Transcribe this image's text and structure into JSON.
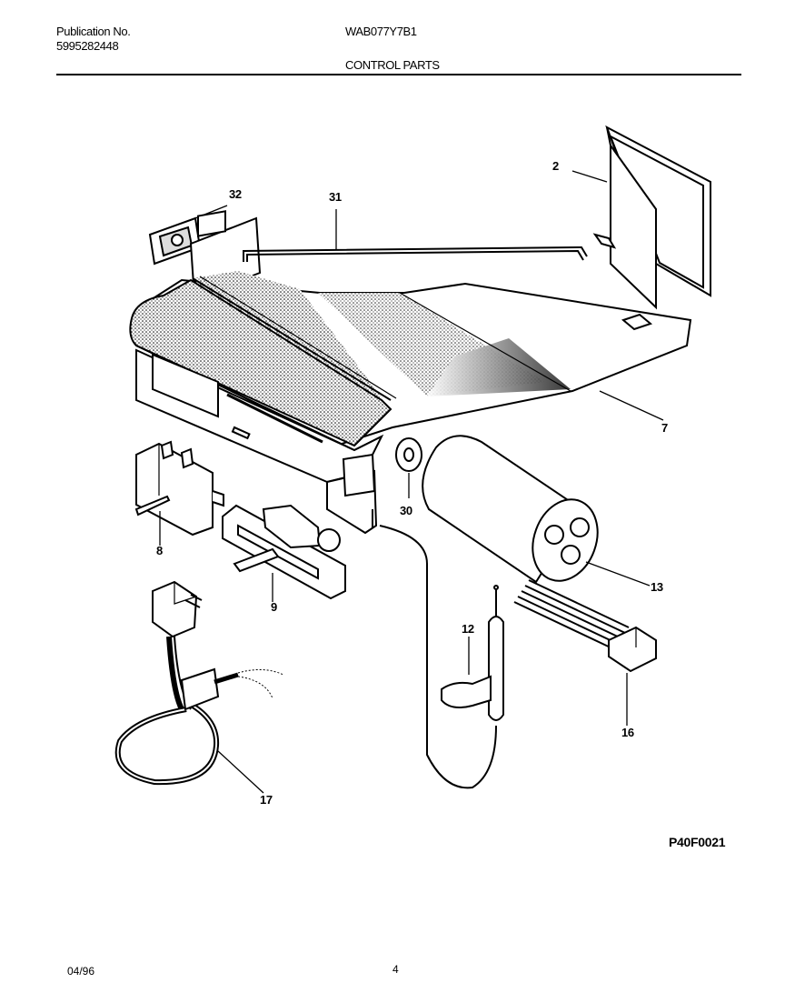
{
  "header": {
    "publication_label": "Publication No.",
    "publication_number": "5995282448",
    "model": "WAB077Y7B1",
    "section_title": "CONTROL PARTS"
  },
  "callouts": {
    "c2": "2",
    "c32": "32",
    "c31": "31",
    "c7": "7",
    "c30": "30",
    "c8": "8",
    "c9": "9",
    "c13": "13",
    "c12": "12",
    "c16": "16",
    "c17": "17"
  },
  "figure_code": "P40F0021",
  "footer": {
    "date": "04/96",
    "page": "4"
  }
}
